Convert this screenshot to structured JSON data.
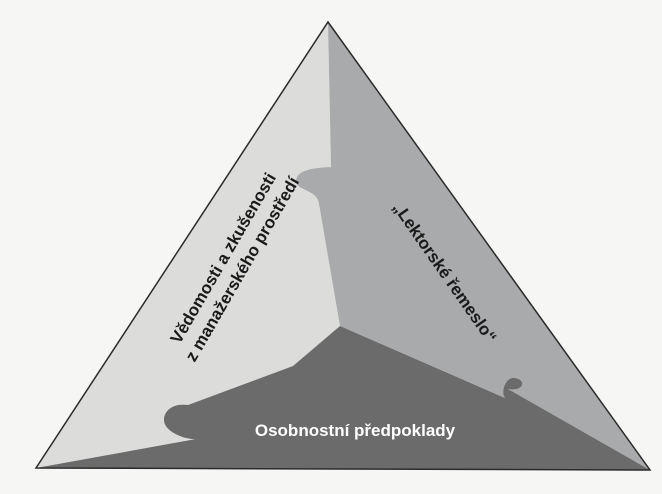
{
  "diagram": {
    "segments": {
      "left": {
        "line1": "Vědomosti a zkušenosti",
        "line2": "z manažerského prostředí"
      },
      "right": {
        "label": "„Lektorské řemeslo“"
      },
      "bottom": {
        "label": "Osobnostní předpoklady"
      }
    }
  },
  "colors": {
    "page_background": "#f6f6f4",
    "left_face": "#dcdcdb",
    "right_face": "#a9aaab",
    "bottom_face": "#6b6b6b",
    "left_text": "#1a1a1a",
    "right_text": "#1a1a1a",
    "bottom_text": "#ffffff",
    "outline": "#2a2a2a"
  }
}
